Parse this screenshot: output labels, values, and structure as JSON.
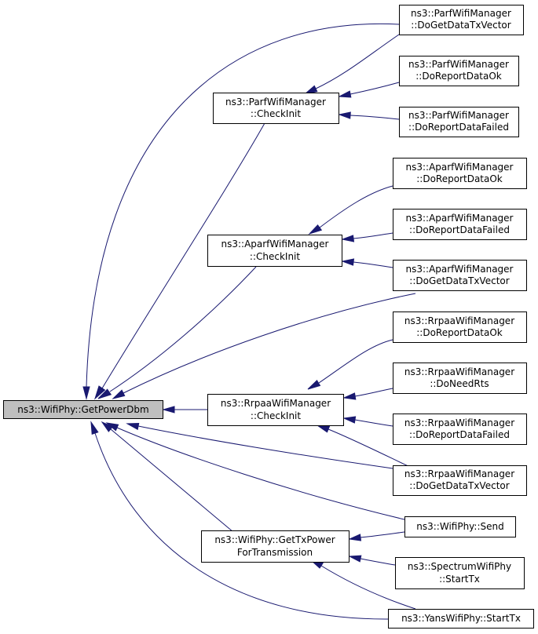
{
  "graph": {
    "root": {
      "line1": "ns3::WifiPhy::GetPowerDbm"
    },
    "callers": {
      "parf_checkinit": {
        "line1": "ns3::ParfWifiManager",
        "line2": "::CheckInit"
      },
      "aparf_checkinit": {
        "line1": "ns3::AparfWifiManager",
        "line2": "::CheckInit"
      },
      "rrpaa_checkinit": {
        "line1": "ns3::RrpaaWifiManager",
        "line2": "::CheckInit"
      },
      "gettxpower": {
        "line1": "ns3::WifiPhy::GetTxPower",
        "line2": "ForTransmission"
      },
      "parf_dogetdatatxvector": {
        "line1": "ns3::ParfWifiManager",
        "line2": "::DoGetDataTxVector"
      },
      "parf_doreportdataok": {
        "line1": "ns3::ParfWifiManager",
        "line2": "::DoReportDataOk"
      },
      "parf_doreportdatafailed": {
        "line1": "ns3::ParfWifiManager",
        "line2": "::DoReportDataFailed"
      },
      "aparf_doreportdataok": {
        "line1": "ns3::AparfWifiManager",
        "line2": "::DoReportDataOk"
      },
      "aparf_doreportdatafailed": {
        "line1": "ns3::AparfWifiManager",
        "line2": "::DoReportDataFailed"
      },
      "aparf_dogetdatatxvector": {
        "line1": "ns3::AparfWifiManager",
        "line2": "::DoGetDataTxVector"
      },
      "rrpaa_doreportdataok": {
        "line1": "ns3::RrpaaWifiManager",
        "line2": "::DoReportDataOk"
      },
      "rrpaa_doneedrts": {
        "line1": "ns3::RrpaaWifiManager",
        "line2": "::DoNeedRts"
      },
      "rrpaa_doreportdatafailed": {
        "line1": "ns3::RrpaaWifiManager",
        "line2": "::DoReportDataFailed"
      },
      "rrpaa_dogetdatatxvector": {
        "line1": "ns3::RrpaaWifiManager",
        "line2": "::DoGetDataTxVector"
      },
      "wifiphy_send": {
        "line1": "ns3::WifiPhy::Send"
      },
      "spectrum_starttx": {
        "line1": "ns3::SpectrumWifiPhy",
        "line2": "::StartTx"
      },
      "yans_starttx": {
        "line1": "ns3::YansWifiPhy::StartTx"
      }
    },
    "colors": {
      "edge": "#191970",
      "root_fill": "#bfbfbf",
      "node_fill": "#ffffff",
      "border": "#000000"
    }
  }
}
